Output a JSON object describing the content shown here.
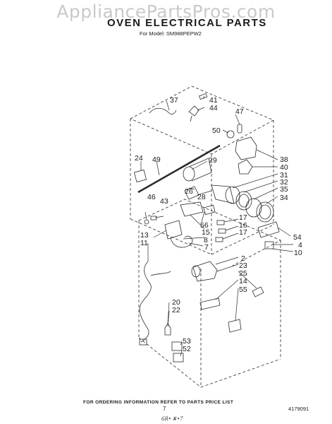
{
  "watermark": "AppliancePartsPros.com",
  "header": {
    "title": "OVEN ELECTRICAL PARTS",
    "model": "For Model: SM988PEPW2"
  },
  "callouts": [
    "37",
    "41",
    "44",
    "47",
    "50",
    "24",
    "49",
    "29",
    "38",
    "40",
    "31",
    "26",
    "32",
    "28",
    "35",
    "46",
    "43",
    "34",
    "56",
    "17",
    "16",
    "15",
    "8",
    "17",
    "54",
    "13",
    "11",
    "7",
    "4",
    "10",
    "2",
    "23",
    "25",
    "14",
    "55",
    "20",
    "22",
    "53",
    "52"
  ],
  "footer": {
    "ordering_note": "FOR ORDERING INFORMATION REFER TO PARTS PRICE LIST",
    "page_number": "7",
    "diagram_number": "4179091",
    "handwritten_note": "6R• #•7"
  }
}
